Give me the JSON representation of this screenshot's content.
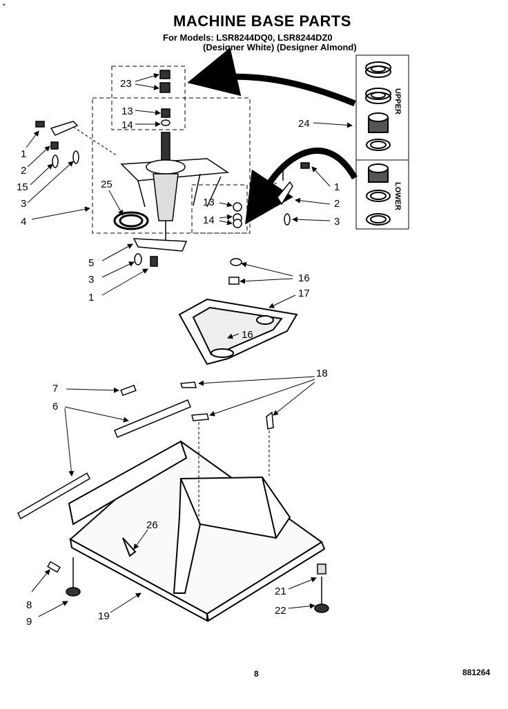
{
  "header": {
    "corner_mark": "*",
    "title": "MACHINE BASE PARTS",
    "models_line1": "For Models: LSR8244DQ0, LSR8244DZ0",
    "models_line2": "(Designer White) (Designer Almond)"
  },
  "side_labels": {
    "upper": "UPPER",
    "lower": "LOWER"
  },
  "callouts": {
    "c23": "23",
    "c13a": "13",
    "c14a": "14",
    "c24": "24",
    "c1a": "1",
    "c2a": "2",
    "c15": "15",
    "c3a": "3",
    "c25": "25",
    "c4": "4",
    "c1b": "1",
    "c2b": "2",
    "c3b": "3",
    "c13b": "13",
    "c14b": "14",
    "c5": "5",
    "c3c": "3",
    "c1c": "1",
    "c16a": "16",
    "c17": "17",
    "c16b": "16",
    "c7": "7",
    "c6": "6",
    "c18": "18",
    "c26": "26",
    "c8": "8",
    "c9": "9",
    "c19": "19",
    "c21": "21",
    "c22": "22"
  },
  "footer": {
    "page_number": "8",
    "doc_code": "881264"
  }
}
